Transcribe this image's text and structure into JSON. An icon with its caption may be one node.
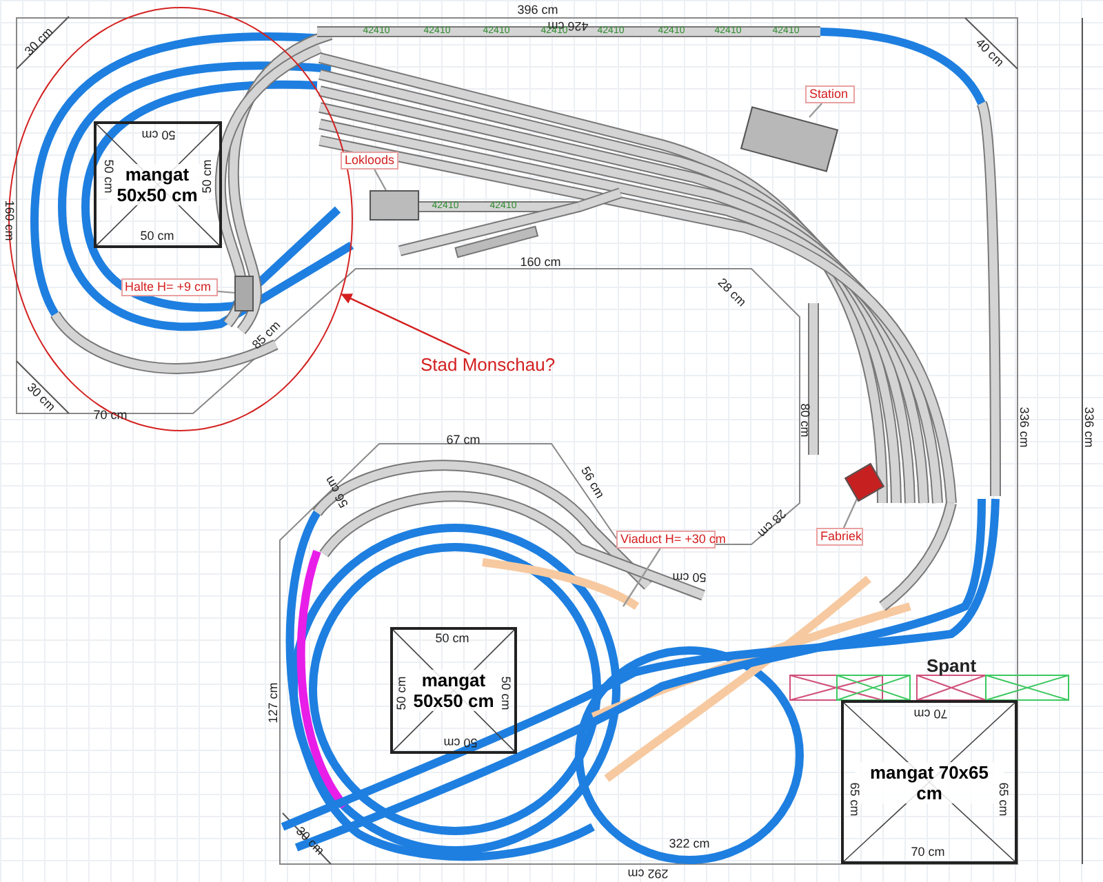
{
  "diagram": {
    "nodes": [
      {
        "text": [],
        "shape": "ellipse"
      },
      {
        "text": [
          "mangat 50x50 cm"
        ],
        "in": 0
      },
      {
        "text": [
          "Halte H= +9 cm"
        ],
        "in": 0
      },
      {
        "text": [],
        "shape": "box",
        "in": 0
      },
      {
        "text": [
          "Lokloods"
        ]
      },
      {
        "text": [],
        "shape": "box"
      },
      {
        "text": [
          "Stad Monschau?"
        ]
      },
      {
        "text": [
          "Station"
        ]
      },
      {
        "text": [],
        "shape": "box"
      },
      {
        "text": [
          "Fabriek"
        ]
      },
      {
        "text": [],
        "shape": "box"
      },
      {
        "text": [
          "Viaduct H= +30 cm"
        ]
      },
      {
        "text": [
          "mangat 50x50 cm"
        ]
      },
      {
        "text": [
          "mangat 70x65 cm"
        ]
      }
    ],
    "edges": [
      {
        "from": 2,
        "to": 3,
        "arrow": "none"
      },
      {
        "from": 4,
        "to": 5,
        "arrow": "none"
      },
      {
        "from": 6,
        "to": 0,
        "arrow": "to",
        "color": "#d42020"
      },
      {
        "from": 7,
        "to": 8,
        "arrow": "none"
      },
      {
        "from": 9,
        "to": 10,
        "arrow": "none"
      },
      {
        "from": 11,
        "to": null,
        "arrow": "none"
      }
    ],
    "labels": [
      "396 cm",
      "426 cm",
      "30 cm",
      "40 cm",
      "50 cm",
      "50 cm",
      "50 cm",
      "50 cm",
      "160 cm",
      "160 cm",
      "28 cm",
      "85 cm",
      "30 cm",
      "70 cm",
      "80 cm",
      "336 cm",
      "336 cm",
      "67 cm",
      "56 cm",
      "56 cm",
      "28 cm",
      "50 cm",
      "Spant",
      "50 cm",
      "50 cm",
      "50 cm",
      "50 cm",
      "127 cm",
      "70 cm",
      "65 cm",
      "65 cm",
      "30 cm",
      "322 cm",
      "292 cm",
      "70 cm",
      "42410",
      "42410",
      "42410",
      "42410",
      "42410",
      "42410",
      "42410",
      "42410",
      "42410",
      "42410"
    ]
  }
}
